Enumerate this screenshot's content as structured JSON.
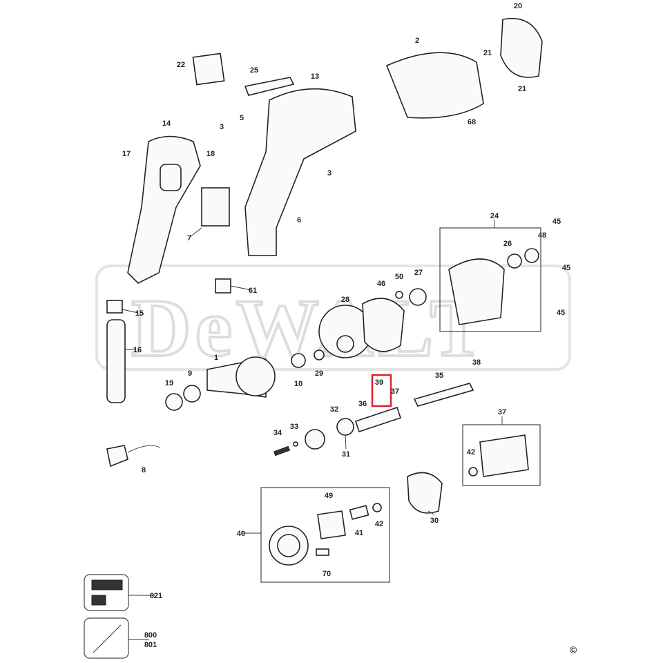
{
  "watermark": "DeWALT",
  "highlight_color": "#e0202a",
  "highlighted_part": "39",
  "labels": {
    "p20": "20",
    "p21a": "21",
    "p21b": "21",
    "p2": "2",
    "p22": "22",
    "p25": "25",
    "p13": "13",
    "p68": "68",
    "p14": "14",
    "p17": "17",
    "p3a": "3",
    "p5": "5",
    "p18": "18",
    "p3b": "3",
    "p6": "6",
    "p7": "7",
    "p24": "24",
    "p48": "48",
    "p26": "26",
    "p45a": "45",
    "p45b": "45",
    "p45c": "45",
    "p27": "27",
    "p50": "50",
    "p46": "46",
    "p28": "28",
    "p61": "61",
    "p15": "15",
    "p16": "16",
    "p1": "1",
    "p19": "19",
    "p9": "9",
    "p10": "10",
    "p29": "29",
    "p38": "38",
    "p35": "35",
    "p39": "39",
    "p37a": "37",
    "p36": "36",
    "p32": "32",
    "p33": "33",
    "p34": "34",
    "p31": "31",
    "p37b": "37",
    "p42a": "42",
    "p8": "8",
    "p49": "49",
    "p41": "41",
    "p42b": "42",
    "p30": "30",
    "p40": "40",
    "p70": "70",
    "p821": "821",
    "p800": "800",
    "p801": "801"
  },
  "copyright": "©"
}
